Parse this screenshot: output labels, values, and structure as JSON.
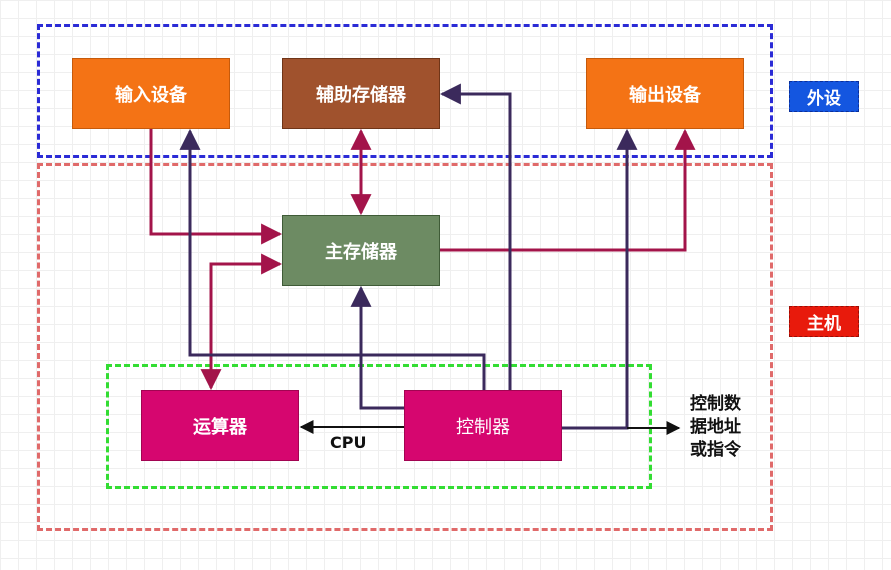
{
  "zones": {
    "peripheral_label": "外设",
    "host_label": "主机"
  },
  "nodes": {
    "input_device": "输入设备",
    "auxiliary_storage": "辅助存储器",
    "output_device": "输出设备",
    "main_memory": "主存储器",
    "alu": "运算器",
    "controller": "控制器"
  },
  "labels": {
    "cpu": "CPU",
    "external_output": "控制数\n据地址\n或指令"
  },
  "colors": {
    "data_flow": "#a3144a",
    "control_flow": "#3b2a5c",
    "peripheral_border": "#2b2bd6",
    "host_border": "#e06a6a",
    "cpu_border": "#33dd33"
  }
}
